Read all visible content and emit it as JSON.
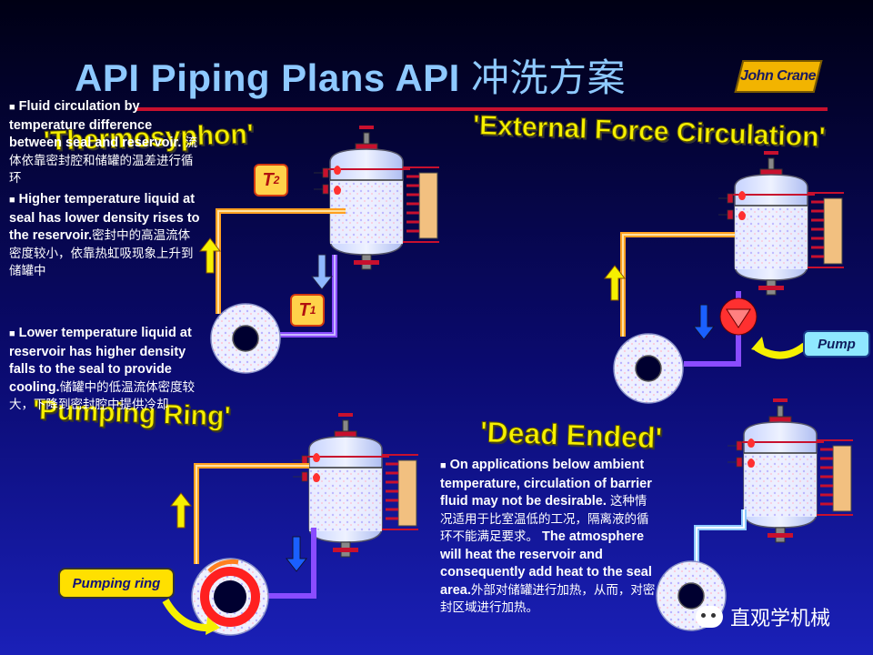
{
  "title": {
    "en": "API Piping Plans API ",
    "cn": "冲洗方案"
  },
  "logo": {
    "text": "John Crane"
  },
  "headings": {
    "thermosyphon": "'Thermosyphon'",
    "external_force": "'External Force Circulation'",
    "pumping_ring": "'Pumping Ring'",
    "dead_ended": "'Dead Ended'"
  },
  "bullets": {
    "fluid_circulation": {
      "en": "Fluid circulation by temperature difference between seal and reservoir. ",
      "cn": "流体依靠密封腔和储罐的温差进行循环"
    },
    "higher_temperature": {
      "en": "Higher temperature liquid at seal has lower density rises to the reservoir.",
      "cn": "密封中的高温流体密度较小，依靠热虹吸现象上升到储罐中"
    },
    "lower_temperature": {
      "en": "Lower temperature liquid at reservoir has higher density falls to the seal to provide cooling.",
      "cn": "储罐中的低温流体密度较大，下降到密封腔中提供冷却"
    },
    "dead_ended": {
      "en1": "On applications below ambient temperature, circulation of barrier fluid may not be desirable. ",
      "cn1": "这种情况适用于比室温低的工况，隔离液的循环不能满足要求。",
      "en2": " The atmosphere will heat the reservoir and consequently add heat to the seal area.",
      "cn2": "外部对储罐进行加热，从而，对密封区域进行加热。"
    }
  },
  "labels": {
    "t2": {
      "main": "T",
      "sub": "2"
    },
    "t1": {
      "main": "T",
      "sub": "1"
    },
    "pump": "Pump",
    "pumping_ring": "Pumping ring"
  },
  "watermark": {
    "text": "直观学机械"
  },
  "colors": {
    "heading": "#f6f000",
    "title": "#8ec9ff",
    "rule": "#c8102e",
    "hot_line": "#ffa020",
    "cold_line": "#8a4cff"
  }
}
